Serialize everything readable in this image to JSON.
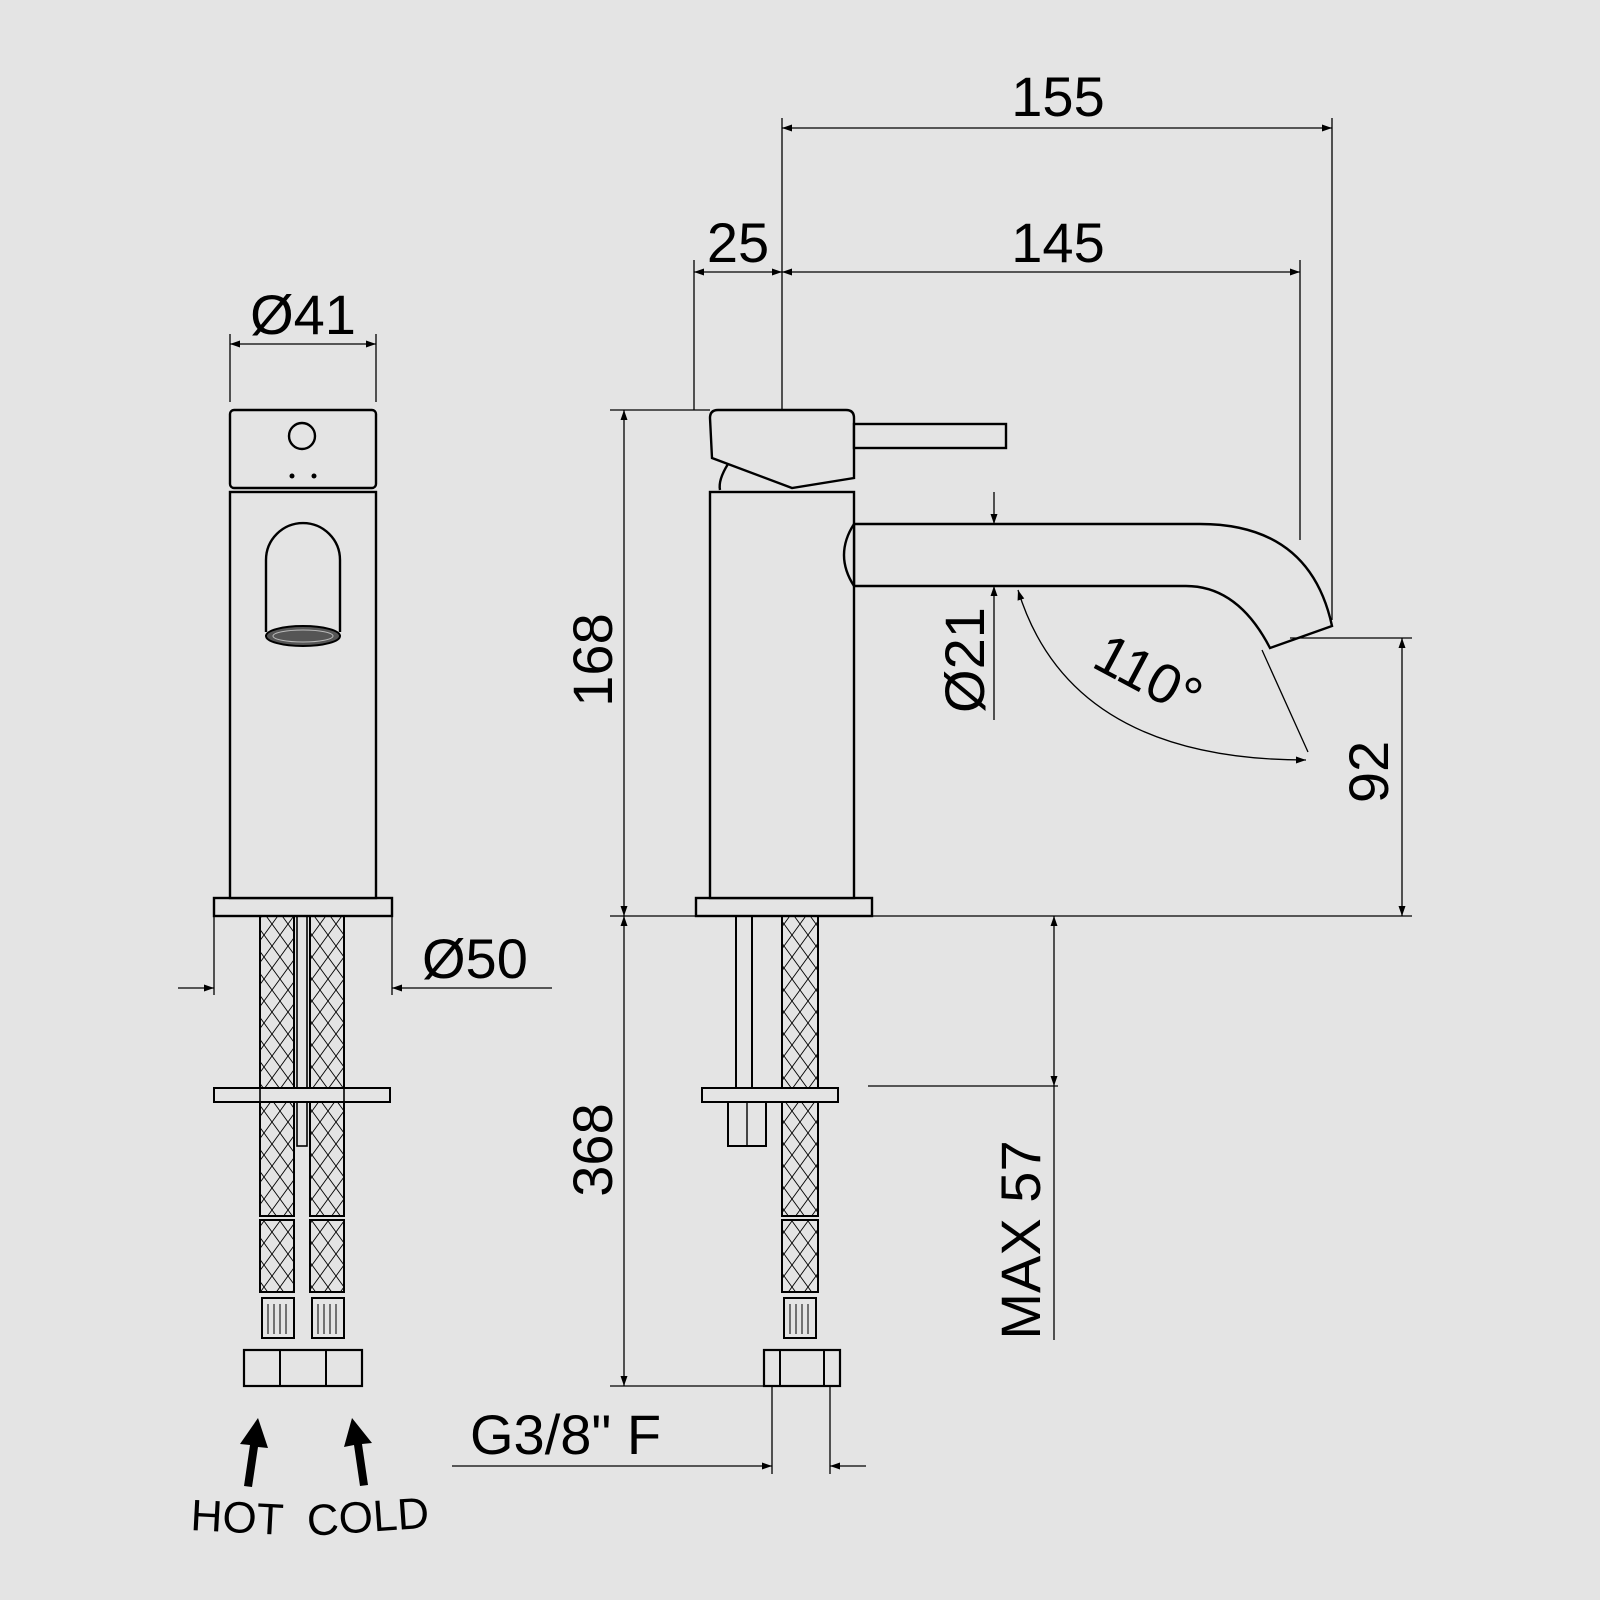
{
  "dimensions": {
    "overall_reach": "155",
    "handle_offset": "25",
    "spout_reach": "145",
    "body_diameter": "Ø41",
    "spout_diameter": "Ø21",
    "rotation_angle": "110°",
    "body_height": "168",
    "spout_clearance": "92",
    "base_diameter": "Ø50",
    "hose_length": "368",
    "max_deck_thickness": "MAX 57",
    "thread_connection": "G3/8\" F"
  },
  "labels": {
    "hot": "HOT",
    "cold": "COLD"
  },
  "colors": {
    "background": "#e4e4e4",
    "line": "#000000"
  }
}
